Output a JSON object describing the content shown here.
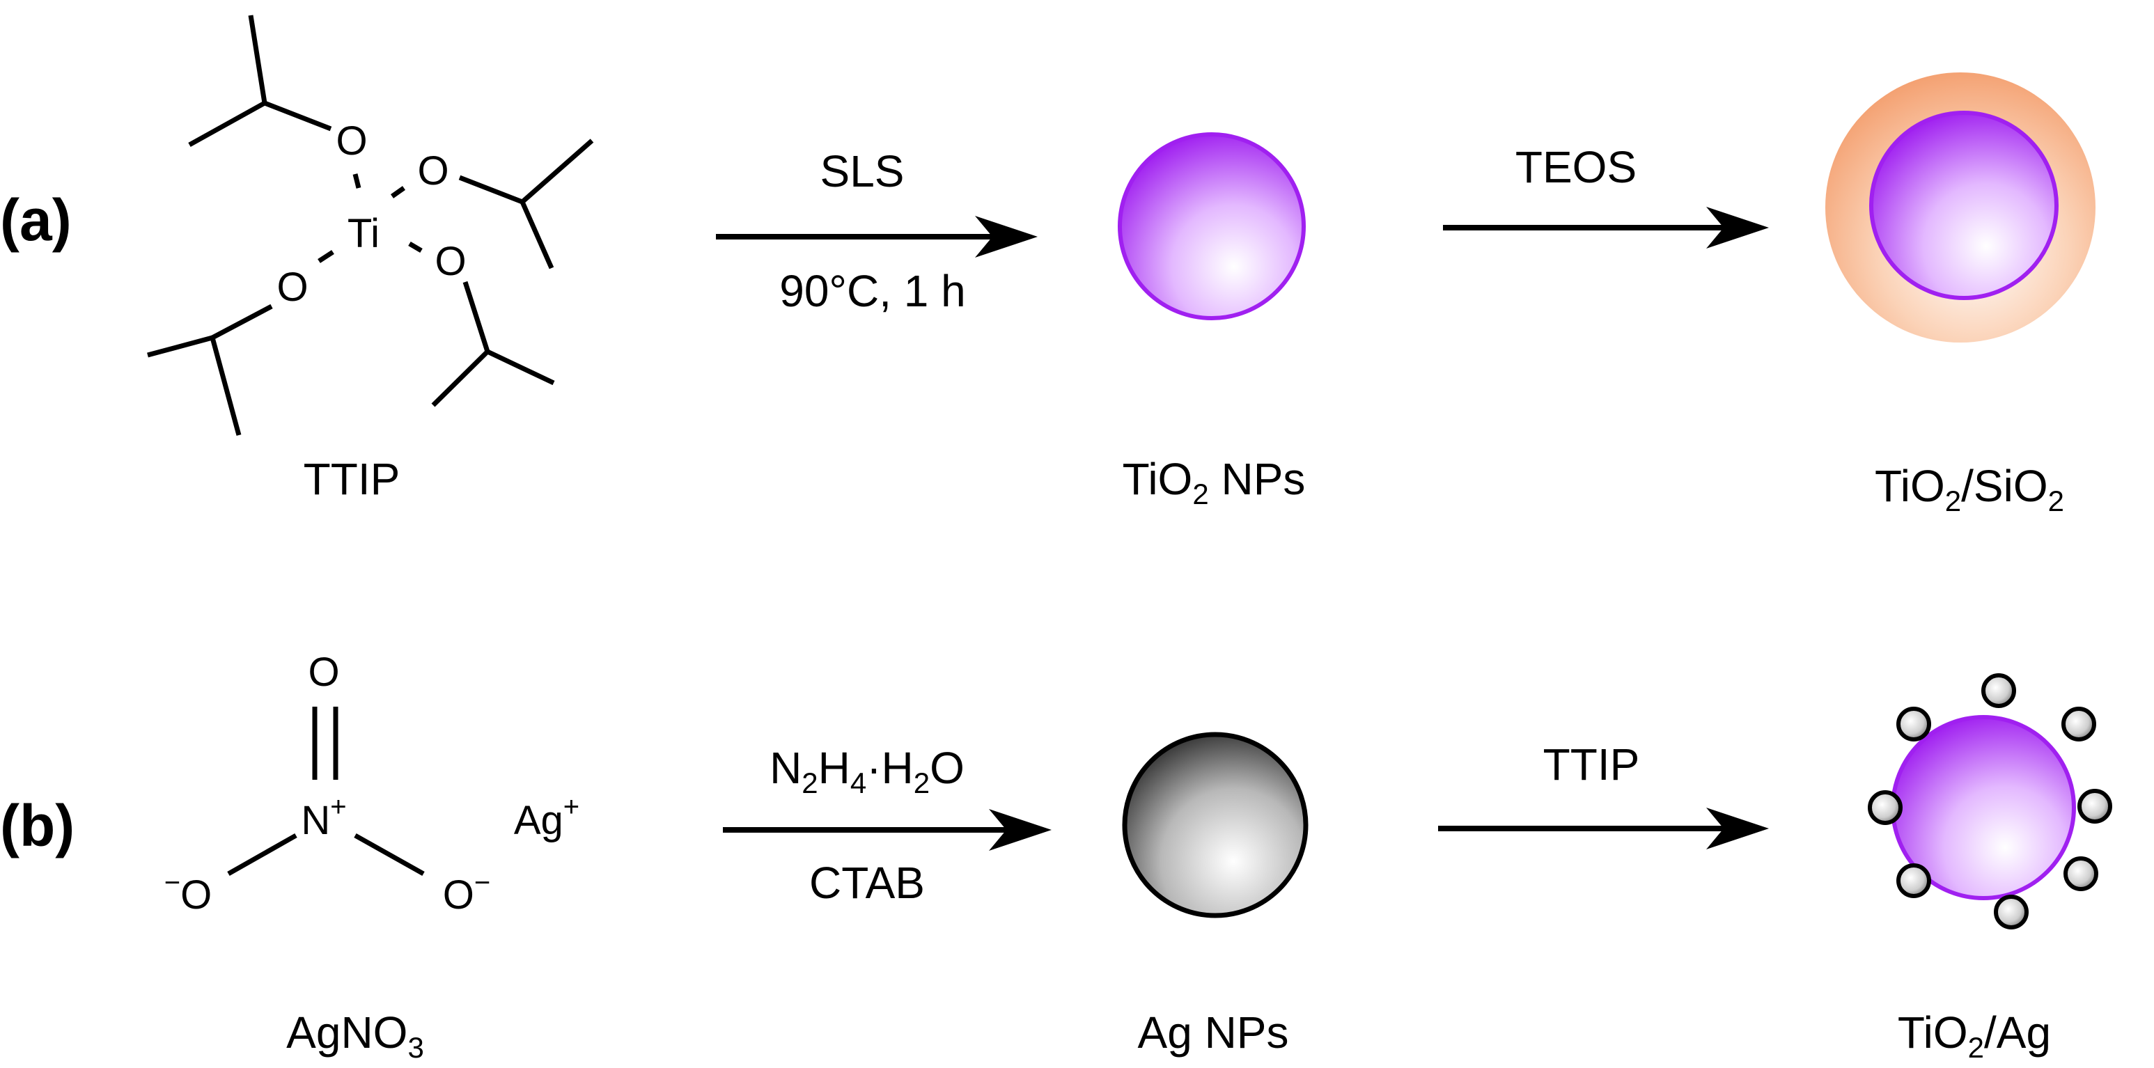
{
  "panels": {
    "a": {
      "label": "(a)",
      "reactant": {
        "name": "TTIP",
        "center_atom": "Ti",
        "ligand_atom": "O"
      },
      "arrow1": {
        "above": "SLS",
        "below": "90°C, 1 h"
      },
      "product1": {
        "name_prefix": "TiO",
        "name_sub": "2",
        "name_suffix": " NPs"
      },
      "arrow2": {
        "above": "TEOS"
      },
      "product2": {
        "p1": "TiO",
        "s1": "2",
        "p2": "/SiO",
        "s2": "2"
      }
    },
    "b": {
      "label": "(b)",
      "reactant": {
        "name_prefix": "AgNO",
        "name_sub": "3",
        "top_O": "O",
        "N": "N",
        "N_charge": "+",
        "left_O_charge": "−",
        "left_O": "O",
        "right_O": "O",
        "right_O_charge": "−",
        "Ag": "Ag",
        "Ag_charge": "+"
      },
      "arrow1": {
        "above": {
          "t1": "N",
          "s1": "2",
          "t2": "H",
          "s2": "4",
          "t3": "·H",
          "s3": "2",
          "t4": "O"
        },
        "below": "CTAB"
      },
      "product1": {
        "name": "Ag NPs"
      },
      "arrow2": {
        "above": "TTIP"
      },
      "product2": {
        "p1": "TiO",
        "s1": "2",
        "p2": "/Ag"
      }
    }
  },
  "colors": {
    "tio2_purple": "#a020f0",
    "sio2_orange": "#f4a070",
    "ag_gray": "#3a3a3a",
    "line": "#000000"
  }
}
